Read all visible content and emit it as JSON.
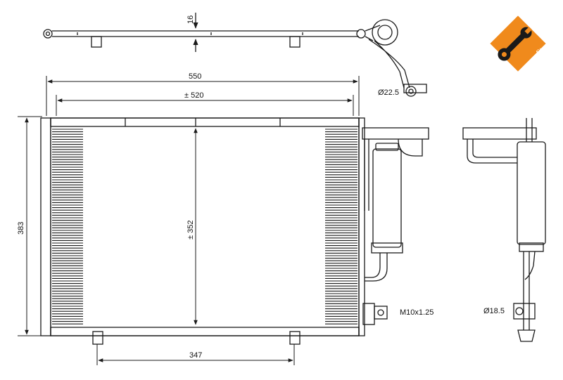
{
  "dimensions": {
    "total_width": "550",
    "core_width": "± 520",
    "height": "383",
    "core_height": "± 352",
    "mount_spacing": "347",
    "thickness": "16",
    "pipe_diameter_top": "Ø22.5",
    "pipe_diameter_side": "Ø18.5",
    "thread": "M10x1.25"
  },
  "logo": {
    "text": "easyfit",
    "background_color": "#f08a1c",
    "icon": "wrench-icon"
  },
  "colors": {
    "line": "#1a1a1a"
  }
}
